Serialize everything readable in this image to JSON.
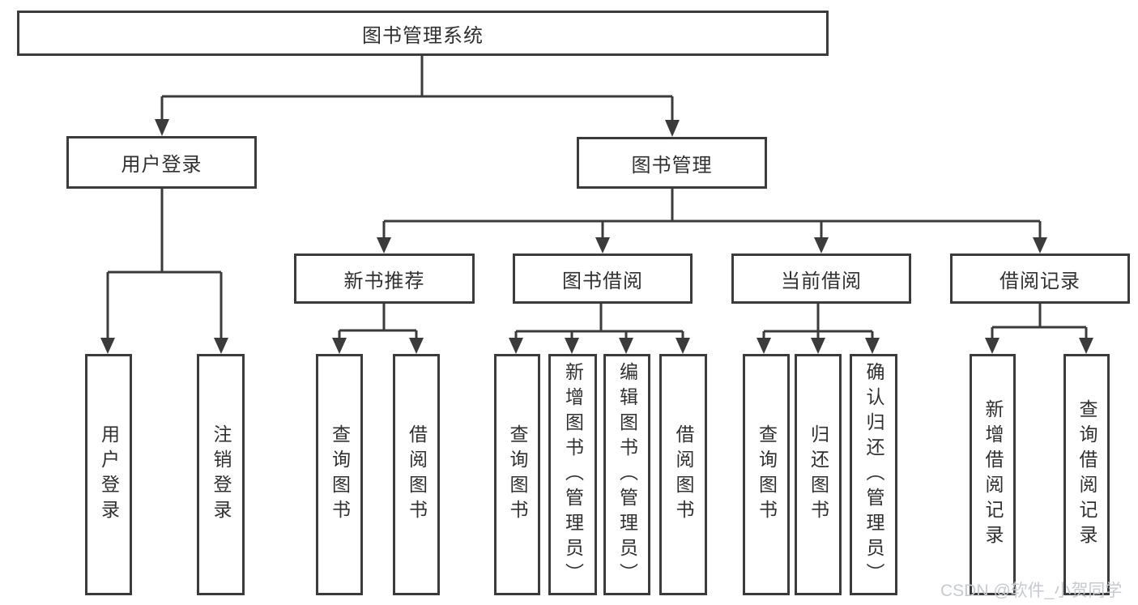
{
  "colors": {
    "line": "#3b3b3b",
    "text": "#303030",
    "box_background": "#ffffff",
    "watermark": "#c7cad0"
  },
  "watermark": {
    "text": "CSDN @软件_小贺同学"
  },
  "tree": {
    "label": "图书管理系统",
    "children": [
      {
        "label": "用户登录",
        "children": [
          {
            "label": "用户登录"
          },
          {
            "label": "注销登录"
          }
        ]
      },
      {
        "label": "图书管理",
        "children": [
          {
            "label": "新书推荐",
            "children": [
              {
                "label": "查询图书"
              },
              {
                "label": "借阅图书"
              }
            ]
          },
          {
            "label": "图书借阅",
            "children": [
              {
                "label": "查询图书"
              },
              {
                "label": "新增图书（管理员）"
              },
              {
                "label": "编辑图书（管理员）"
              },
              {
                "label": "借阅图书"
              }
            ]
          },
          {
            "label": "当前借阅",
            "children": [
              {
                "label": "查询图书"
              },
              {
                "label": "归还图书"
              },
              {
                "label": "确认归还（管理员）"
              }
            ]
          },
          {
            "label": "借阅记录",
            "children": [
              {
                "label": "新增借阅记录"
              },
              {
                "label": "查询借阅记录"
              }
            ]
          }
        ]
      }
    ]
  }
}
